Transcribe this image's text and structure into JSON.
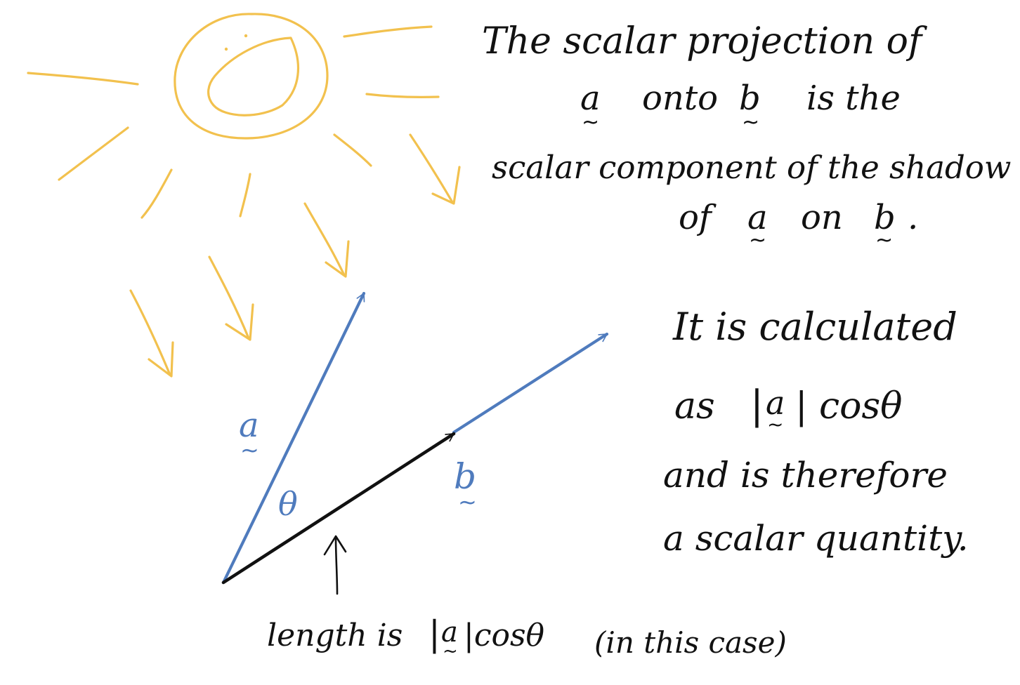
{
  "colors": {
    "sun": "#f2c14e",
    "vector_blue": "#4f7bbd",
    "ink": "#111111",
    "background": "#ffffff"
  },
  "explanation": {
    "line1": "The scalar projection of",
    "line2_a": "a",
    "line2_onto": "onto",
    "line2_b": "b",
    "line2_rest": "is the",
    "line3": "scalar component of the shadow",
    "line4_of": "of",
    "line4_a": "a",
    "line4_on": "on",
    "line4_b": "b",
    "line4_dot": "."
  },
  "calculation": {
    "line1": "It is calculated",
    "line2_as": "as",
    "line2_formula_open": "|",
    "line2_formula_a": "a",
    "line2_formula_close": "| cosθ",
    "line3": "and is therefore",
    "line4": "a scalar quantity."
  },
  "diagram": {
    "vector_a_label": "a",
    "vector_b_label": "b",
    "angle_label": "θ",
    "tilde": "~"
  },
  "caption": {
    "length_prefix": "length is",
    "formula_open": "|",
    "formula_a": "a",
    "formula_close": "|cosθ",
    "note": "(in this case)"
  }
}
